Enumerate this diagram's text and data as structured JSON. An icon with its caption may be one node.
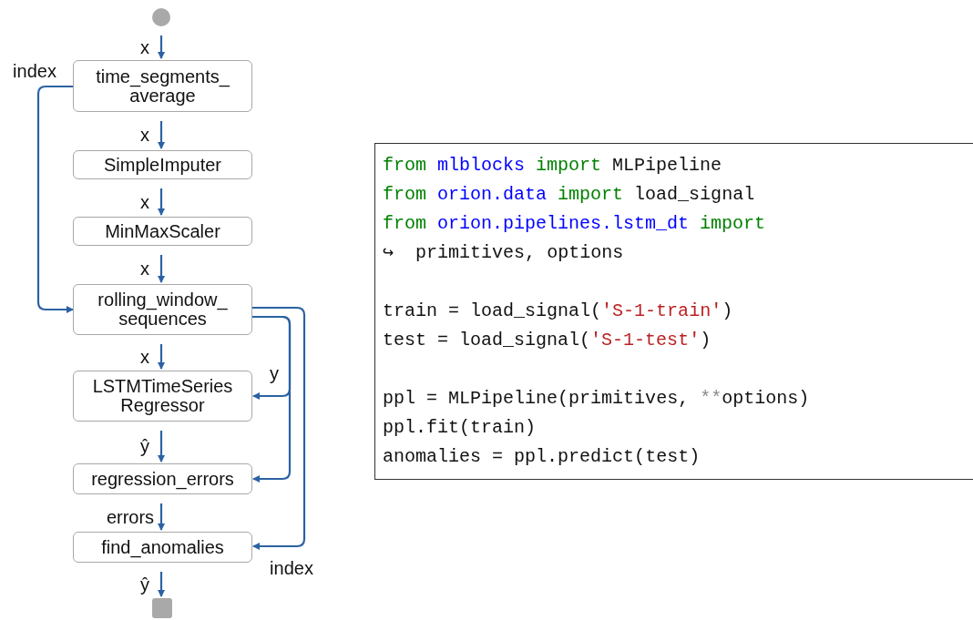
{
  "diagram": {
    "nodes": [
      {
        "text": [],
        "shape": "circle"
      },
      {
        "text": [
          "time_segments_ average"
        ]
      },
      {
        "text": [
          "SimpleImputer"
        ]
      },
      {
        "text": [
          "MinMaxScaler"
        ]
      },
      {
        "text": [
          "rolling_window_ sequences"
        ]
      },
      {
        "text": [
          "LSTMTimeSeries Regressor"
        ]
      },
      {
        "text": [
          "regression_errors"
        ]
      },
      {
        "text": [
          "find_anomalies"
        ]
      },
      {
        "text": [],
        "shape": "box"
      },
      {
        "text": [
          "from mlblocks import MLPipeline",
          "from orion.data import load_signal",
          "from orion.pipelines.lstm_dt import",
          "↪  primitives, options",
          "train = load_signal('S-1-train')",
          "test = load_signal('S-1-test')",
          "ppl = MLPipeline(primitives, **options)",
          "ppl.fit(train)",
          "anomalies = ppl.predict(test)"
        ]
      }
    ],
    "edges": [
      {
        "from": 0,
        "to": 1,
        "arrow": "to",
        "label": "x"
      },
      {
        "from": 1,
        "to": 2,
        "arrow": "to",
        "label": "x"
      },
      {
        "from": 2,
        "to": 3,
        "arrow": "to",
        "label": "x"
      },
      {
        "from": 3,
        "to": 4,
        "arrow": "to",
        "label": "x"
      },
      {
        "from": 4,
        "to": 5,
        "arrow": "to",
        "label": "x"
      },
      {
        "from": 5,
        "to": 6,
        "arrow": "to",
        "label": "ŷ"
      },
      {
        "from": 6,
        "to": 7,
        "arrow": "to",
        "label": "errors"
      },
      {
        "from": 7,
        "to": 8,
        "arrow": "to",
        "label": "ŷ"
      },
      {
        "from": 1,
        "to": 4,
        "arrow": "to",
        "label": "index"
      },
      {
        "from": 4,
        "to": 5,
        "arrow": "to",
        "label": "y"
      },
      {
        "from": 4,
        "to": 6,
        "arrow": "to"
      },
      {
        "from": 4,
        "to": 7,
        "arrow": "to",
        "label": "index"
      }
    ]
  }
}
